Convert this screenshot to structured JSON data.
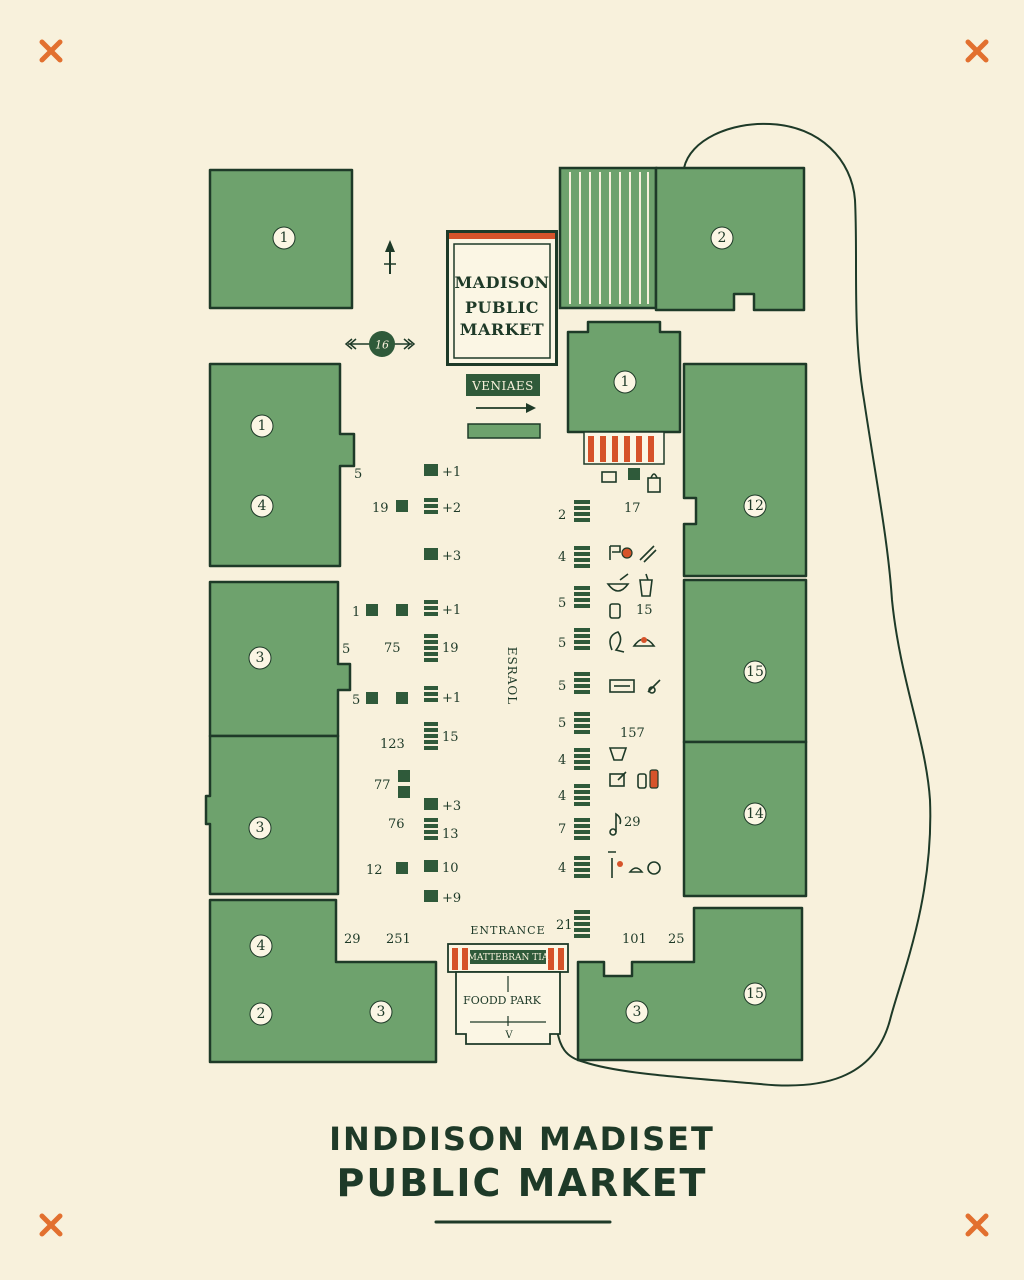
{
  "map": {
    "sign": {
      "line1": "MADISON",
      "line2": "PUBLIC",
      "line3": "MARKET"
    },
    "venues_label": "VENIAES",
    "compass_label": "16",
    "aisle_label": "ESRAOL",
    "entrance_label": "ENTRANCE",
    "entrance_banner": "MATTEBRAN TIA",
    "food_park_label": "FOODD PARK",
    "food_park_arrow": "V",
    "blocks": {
      "nw": "1",
      "ne": "2",
      "center": "1",
      "west_a_top": "1",
      "west_a_bottom": "4",
      "west_b": "3",
      "west_c": "3",
      "sw_a": "4",
      "sw_b": "2",
      "sw_c": "3",
      "east_a": "12",
      "east_b": "15",
      "east_c": "14",
      "se_a": "3",
      "se_b": "15"
    },
    "left_labels": {
      "l1": "5",
      "l2": "19",
      "l3": "1",
      "l4": "75",
      "l5": "5",
      "l6": "5",
      "l7": "123",
      "l8": "77",
      "l9": "76",
      "l10": "12",
      "l11": "29",
      "l12": "251"
    },
    "inner_left_labels": {
      "a": "+1",
      "b": "+2",
      "c": "+3",
      "d": "+1",
      "e": "19",
      "f": "+1",
      "g": "15",
      "h": "+3",
      "i": "13",
      "j": "10",
      "k": "+9"
    },
    "right_labels": {
      "r1": "2",
      "r2": "4",
      "r3": "5",
      "r4": "5",
      "r5": "5",
      "r6": "5",
      "r7": "4",
      "r8": "4",
      "r9": "7",
      "r10": "4",
      "r11": "21"
    },
    "right_values": {
      "v1": "17",
      "v2": "15",
      "v3": "157",
      "v4": "29",
      "v5": "101",
      "v6": "25"
    }
  },
  "footer": {
    "title_line1": "INDDISON  MADISET",
    "title_line2": "PUBLIC MARKET"
  },
  "colors": {
    "background": "#f8f1dc",
    "block": "#6ea26d",
    "ink": "#1e3a28",
    "accent": "#e2702f",
    "awning_red": "#d6532a"
  }
}
